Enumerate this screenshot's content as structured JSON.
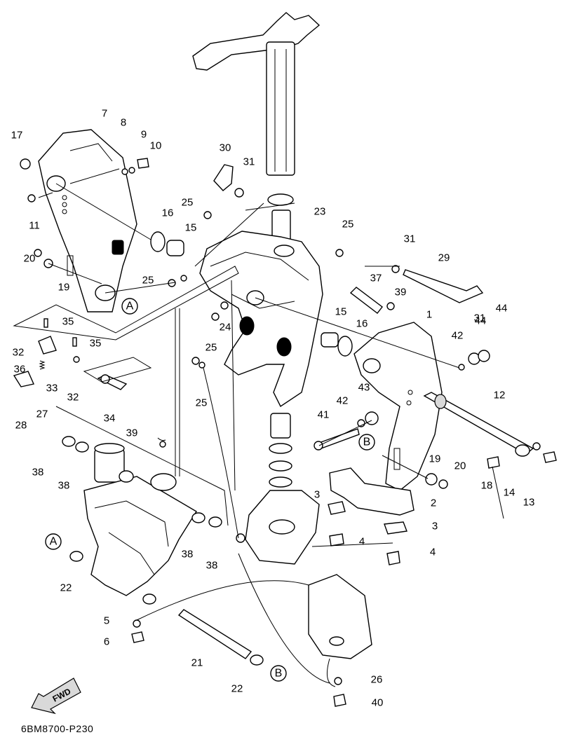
{
  "diagram_code": "6BM8700-P230",
  "fwd_label": "FWD",
  "callouts": [
    "1",
    "2",
    "3",
    "3",
    "4",
    "4",
    "5",
    "6",
    "7",
    "8",
    "9",
    "10",
    "11",
    "12",
    "13",
    "14",
    "15",
    "15",
    "16",
    "16",
    "17",
    "18",
    "19",
    "19",
    "20",
    "20",
    "21",
    "22",
    "22",
    "23",
    "24",
    "25",
    "25",
    "25",
    "25",
    "25",
    "26",
    "27",
    "28",
    "29",
    "30",
    "31",
    "31",
    "31",
    "32",
    "32",
    "33",
    "34",
    "35",
    "35",
    "36",
    "37",
    "38",
    "38",
    "38",
    "38",
    "39",
    "39",
    "40",
    "41",
    "42",
    "42",
    "43",
    "44",
    "44"
  ],
  "reference_markers": [
    "A",
    "A",
    "B",
    "B"
  ],
  "colors": {
    "line": "#000000",
    "background": "#ffffff",
    "shading": "#d9d9d9"
  }
}
